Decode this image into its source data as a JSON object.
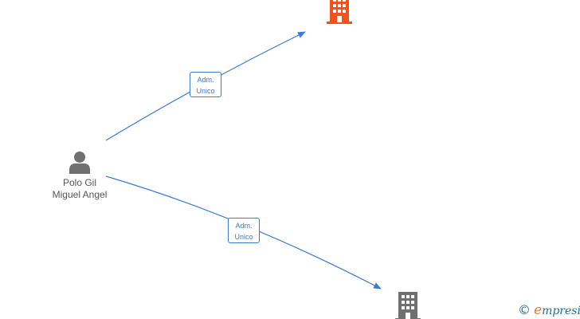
{
  "diagram": {
    "person": {
      "icon": "person-icon",
      "color": "#707070",
      "name_line1": "Polo Gil",
      "name_line2": "Miguel Angel"
    },
    "companies": [
      {
        "icon": "building-icon",
        "color": "#f4511e"
      },
      {
        "icon": "building-icon",
        "color": "#707070"
      }
    ],
    "edges": [
      {
        "label_line1": "Adm.",
        "label_line2": "Unico",
        "color": "#3a7bd5"
      },
      {
        "label_line1": "Adm.",
        "label_line2": "Unico",
        "color": "#3a7bd5"
      }
    ]
  },
  "watermark": {
    "copyright_symbol": "©",
    "brand_first": "e",
    "brand_rest": "mpresia"
  }
}
